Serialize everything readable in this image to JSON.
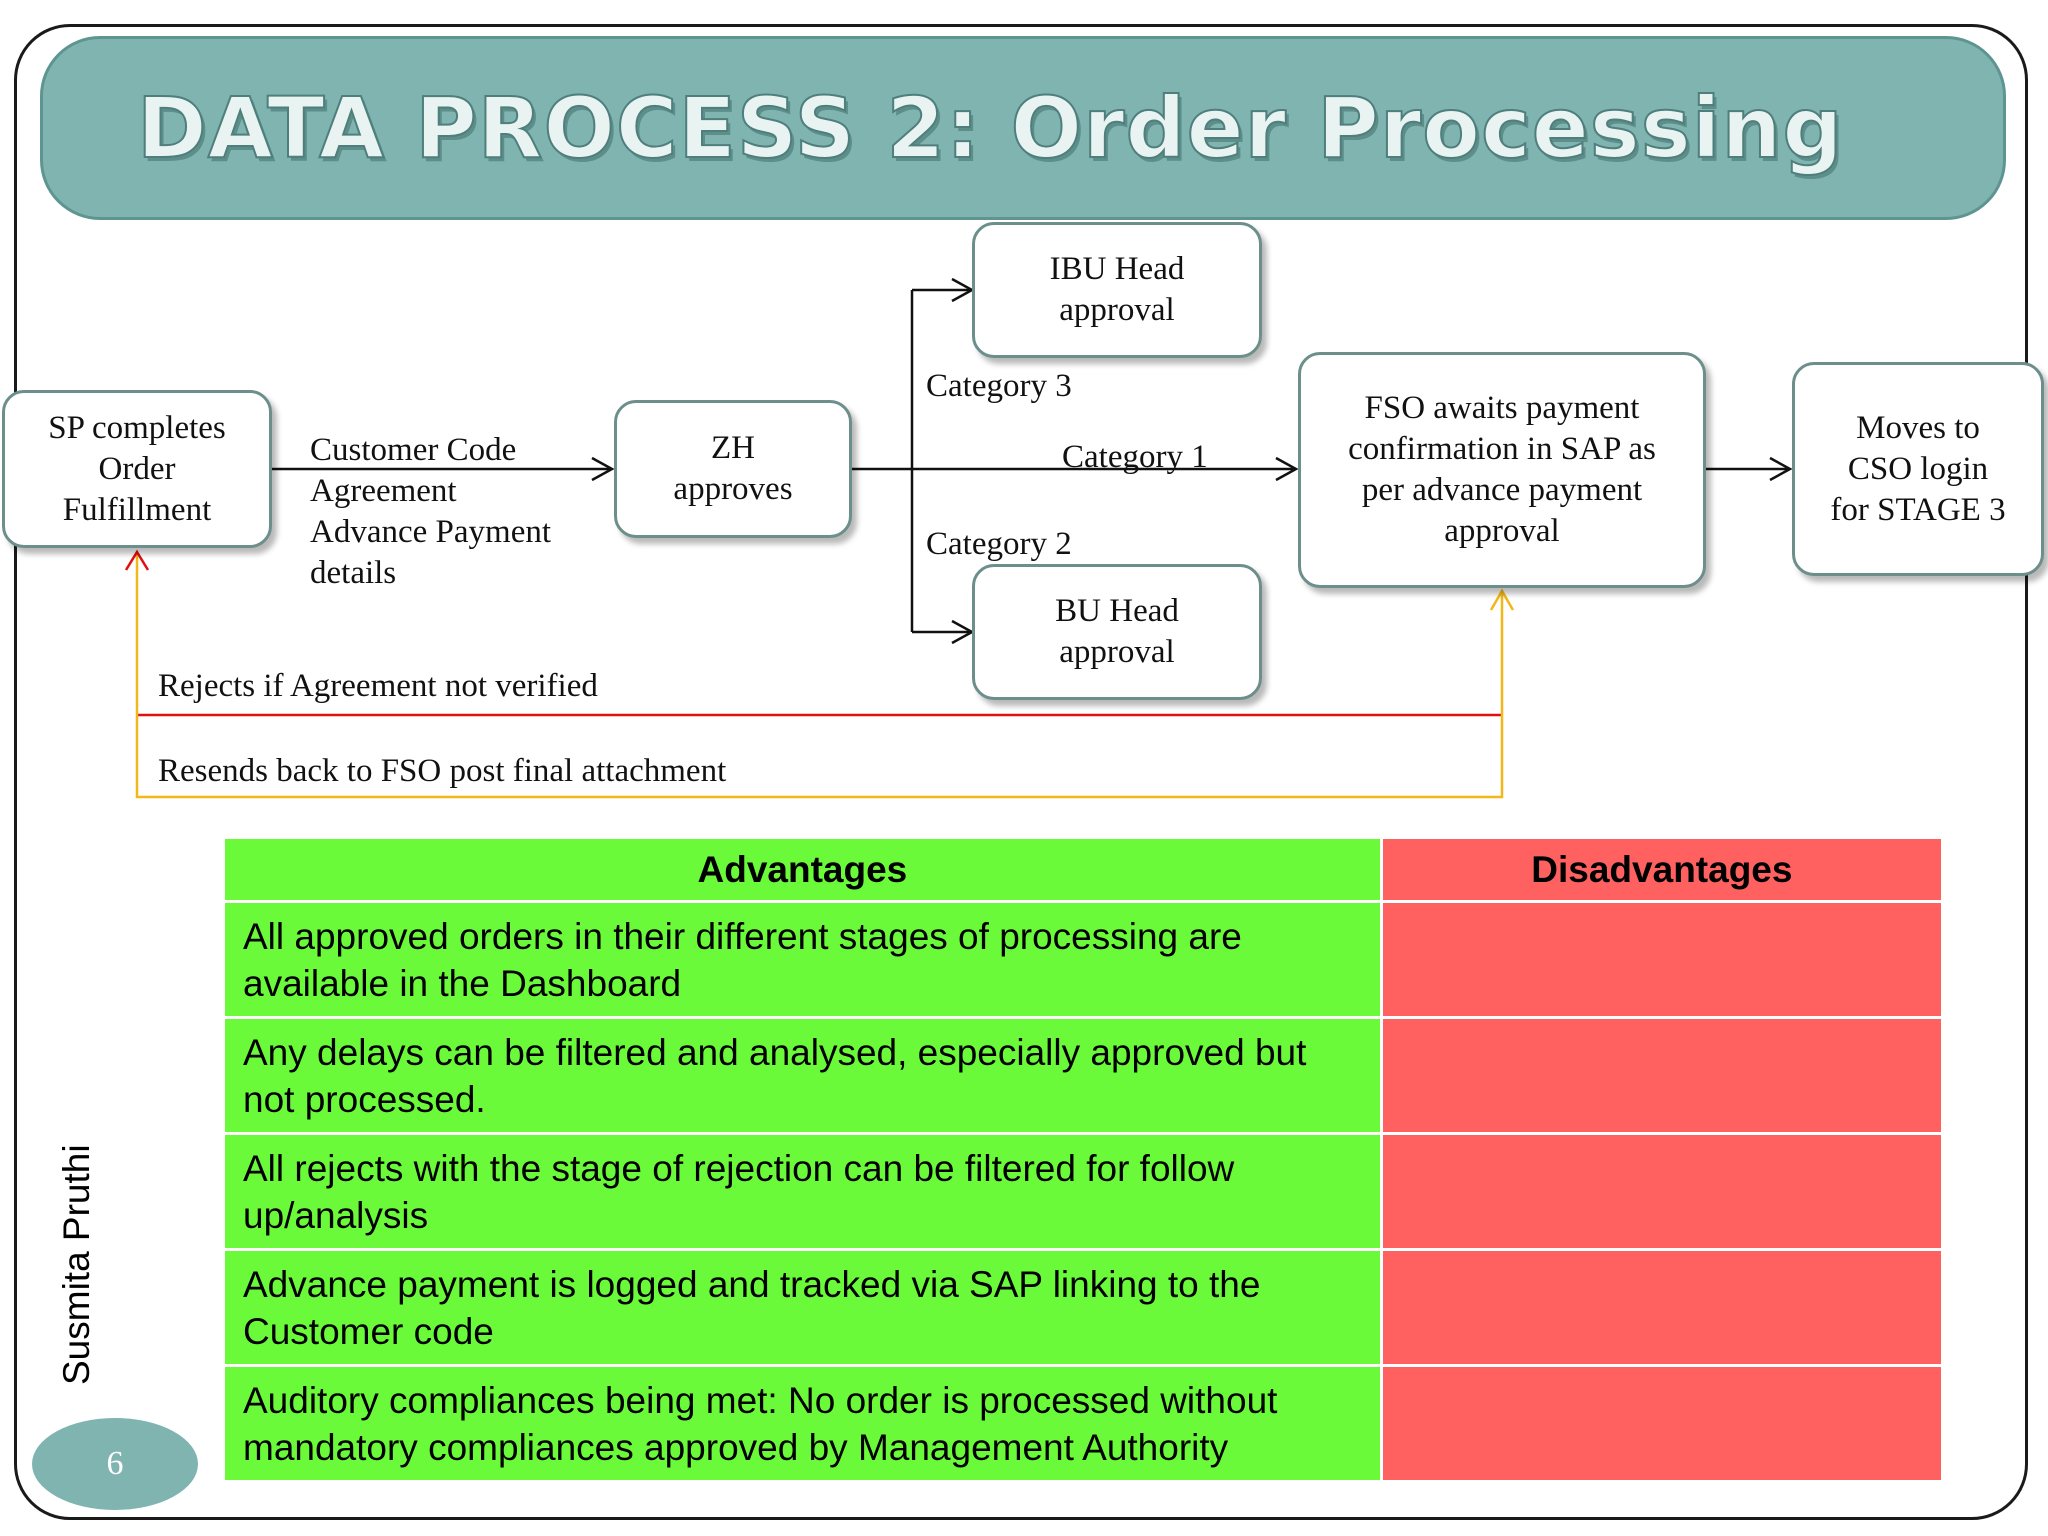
{
  "title": "DATA PROCESS 2: Order Processing",
  "nodes": {
    "sp": "SP completes Order Fulfillment",
    "zh": "ZH approves",
    "ibu": "IBU Head approval",
    "bu": "BU Head approval",
    "fso": "FSO awaits payment confirmation in SAP as per advance payment approval",
    "cso": "Moves to CSO login for STAGE 3"
  },
  "edge_labels": {
    "sp_to_zh": [
      "Customer Code",
      "Agreement",
      "Advance Payment",
      "details"
    ],
    "category3": "Category 3",
    "category1": "Category 1",
    "category2": "Category 2",
    "reject": "Rejects if Agreement not verified",
    "resend": "Resends back to FSO post final attachment"
  },
  "colors": {
    "banner": "#7fb4b0",
    "advantages": "#6bfa3a",
    "disadvantages": "#ff6060",
    "reject_line": "#e01010",
    "resend_line": "#f2b718"
  },
  "table": {
    "header_adv": "Advantages",
    "header_dis": "Disadvantages",
    "rows": [
      {
        "adv": "All approved orders in their different stages of processing are available in the Dashboard",
        "dis": ""
      },
      {
        "adv": "Any delays can be filtered and analysed, especially approved but not processed.",
        "dis": ""
      },
      {
        "adv": "All rejects with the stage of rejection can be filtered for follow up/analysis",
        "dis": ""
      },
      {
        "adv": "Advance payment is logged and tracked via SAP linking to the Customer code",
        "dis": ""
      },
      {
        "adv": "Auditory compliances being met: No order is processed without mandatory compliances approved by Management Authority",
        "dis": ""
      }
    ]
  },
  "footer": {
    "author": "Susmita Pruthi",
    "page": "6"
  }
}
